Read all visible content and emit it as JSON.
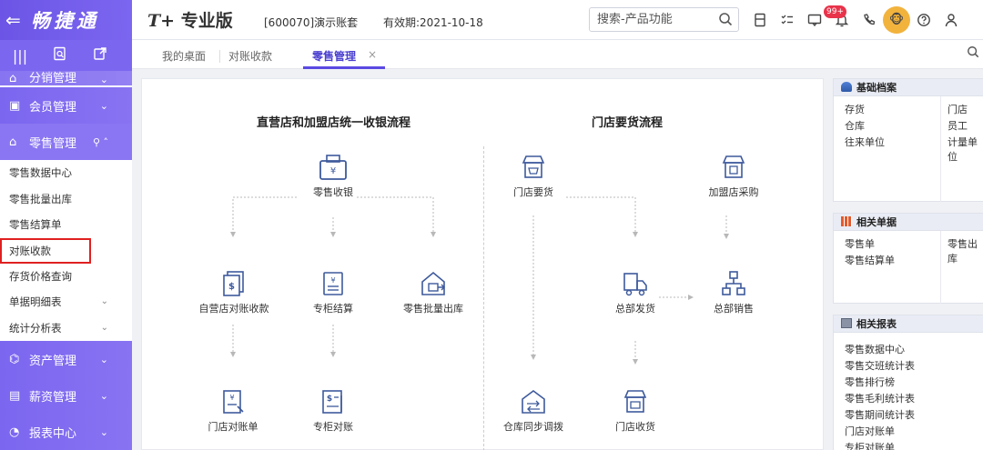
{
  "brand": {
    "back_glyph": "⇐",
    "name": "畅捷通"
  },
  "header": {
    "product_prefix": "T+",
    "product_name": "专业版",
    "account": "[600070]演示账套",
    "validity": "有效期:2021-10-18",
    "search_placeholder": "搜索-产品功能",
    "notification_count": "99+"
  },
  "sidebar": {
    "top_cut": "分销管理",
    "sections": [
      {
        "label": "会员管理"
      },
      {
        "label": "零售管理"
      }
    ],
    "sub_items": [
      "零售数据中心",
      "零售批量出库",
      "零售结算单",
      "对账收款",
      "存货价格查询",
      "单据明细表",
      "统计分析表"
    ],
    "bottom_sections": [
      {
        "label": "资产管理"
      },
      {
        "label": "薪资管理"
      },
      {
        "label": "报表中心"
      }
    ]
  },
  "tabs": [
    {
      "label": "我的桌面"
    },
    {
      "label": "对账收款"
    },
    {
      "label": "零售管理"
    }
  ],
  "tab_close": "×",
  "flow": {
    "left_title": "直营店和加盟店统一收银流程",
    "right_title": "门店要货流程",
    "nodes": {
      "retail_cash": "零售收银",
      "self_reconcile": "自营店对账收款",
      "counter_settle": "专柜结算",
      "batch_out": "零售批量出库",
      "store_statement": "门店对账单",
      "counter_reconcile": "专柜对账",
      "store_request": "门店要货",
      "franchise_purchase": "加盟店采购",
      "hq_ship": "总部发货",
      "hq_sales": "总部销售",
      "warehouse_transfer": "仓库同步调拨",
      "store_receive": "门店收货"
    }
  },
  "right_panels": {
    "basic": {
      "title": "基础档案",
      "left": [
        "存货",
        "仓库",
        "往来单位"
      ],
      "right": [
        "门店",
        "员工",
        "计量单位"
      ]
    },
    "docs": {
      "title": "相关单据",
      "left": [
        "零售单",
        "零售结算单"
      ],
      "right": [
        "零售出库"
      ]
    },
    "reports": {
      "title": "相关报表",
      "items": [
        "零售数据中心",
        "零售交班统计表",
        "零售排行榜",
        "零售毛利统计表",
        "零售期间统计表",
        "门店对账单",
        "专柜对账单"
      ]
    }
  },
  "colors": {
    "accent": "#6c55e6",
    "highlight_box": "#e02020",
    "badge": "#e8334a"
  }
}
